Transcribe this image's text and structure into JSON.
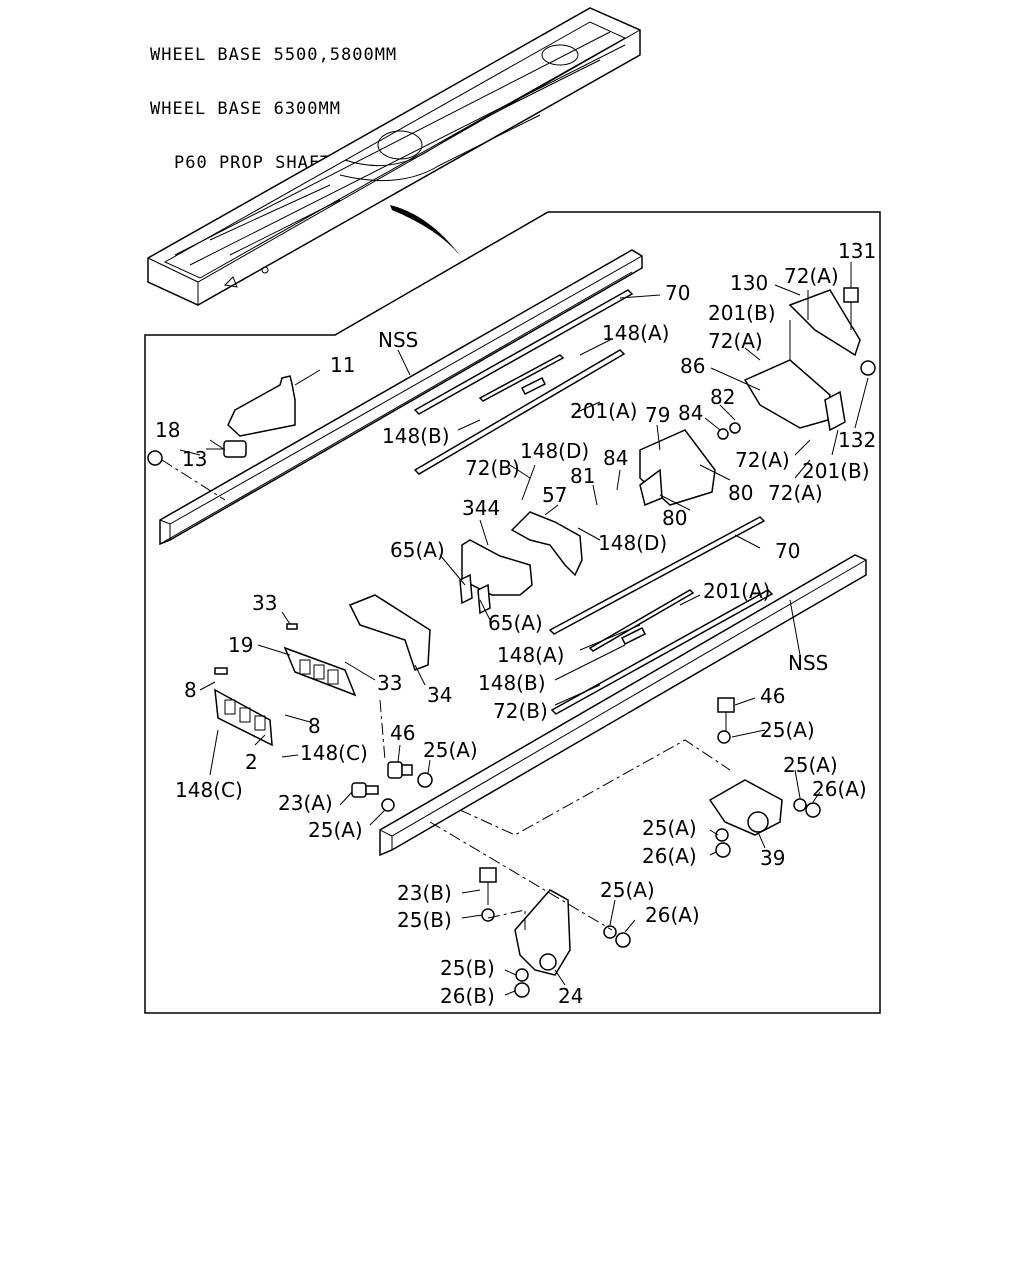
{
  "header": {
    "line1": "WHEEL BASE 5500,5800MM",
    "line2": "WHEEL BASE 6300MM",
    "line3": "P60 PROP SHAFT"
  },
  "labels": {
    "l131": "131",
    "l130": "130",
    "l72a_1": "72(A)",
    "l201b_1": "201(B)",
    "l72a_2": "72(A)",
    "l70_1": "70",
    "l148a_1": "148(A)",
    "l86": "86",
    "l82": "82",
    "l84_1": "84",
    "lNSS_1": "NSS",
    "l11": "11",
    "l79": "79",
    "l201a_1": "201(A)",
    "l148b_1": "148(B)",
    "l132": "132",
    "l72a_3": "72(A)",
    "l201b_2": "201(B)",
    "l72a_4": "72(A)",
    "l18": "18",
    "l13": "13",
    "l72b_1": "72(B)",
    "l148d_1": "148(D)",
    "l84_2": "84",
    "l81": "81",
    "l80_1": "80",
    "l80_2": "80",
    "l57": "57",
    "l344": "344",
    "l148d_2": "148(D)",
    "l70_2": "70",
    "l65a_1": "65(A)",
    "l65a_2": "65(A)",
    "l201a_2": "201(A)",
    "l33_1": "33",
    "l19": "19",
    "l148a_2": "148(A)",
    "lNSS_2": "NSS",
    "l148b_2": "148(B)",
    "l33_2": "33",
    "l8_1": "8",
    "l34": "34",
    "l72b_2": "72(B)",
    "l8_2": "8",
    "l46_1": "46",
    "l25a_1": "25(A)",
    "l46_2": "46",
    "l25a_2": "25(A)",
    "l148c_1": "148(C)",
    "l2": "2",
    "l148c_2": "148(C)",
    "l25a_3": "25(A)",
    "l26a_1": "26(A)",
    "l23a": "23(A)",
    "l25a_4": "25(A)",
    "l25a_5": "25(A)",
    "l26a_2": "26(A)",
    "l39": "39",
    "l23b": "23(B)",
    "l25a_6": "25(A)",
    "l25b_1": "25(B)",
    "l26a_3": "26(A)",
    "l25b_2": "25(B)",
    "l26b": "26(B)",
    "l24": "24"
  }
}
